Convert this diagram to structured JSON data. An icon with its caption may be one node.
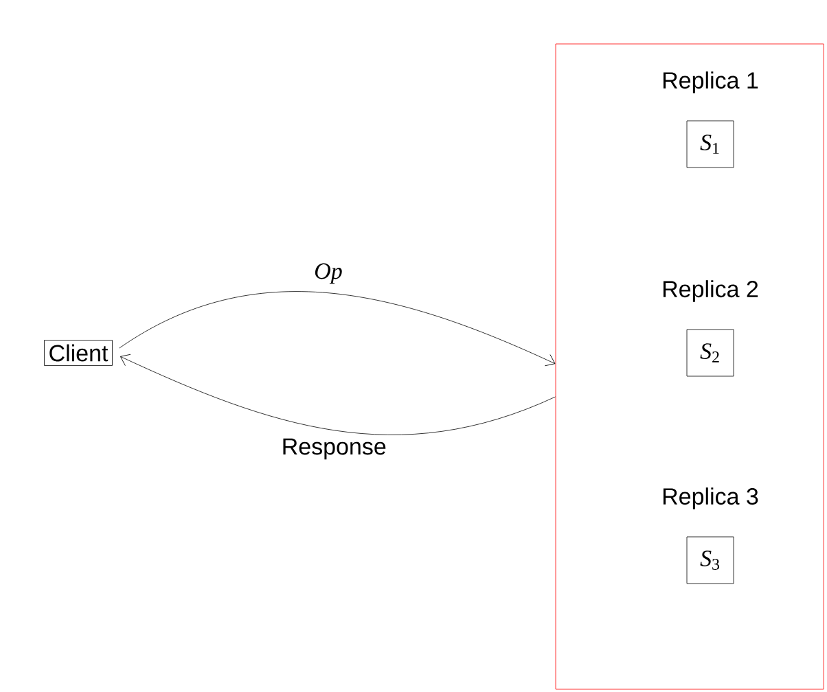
{
  "diagram": {
    "nodes": [
      {
        "text": [
          "Client"
        ]
      },
      {
        "text": [],
        "shape": "box"
      },
      {
        "text": [
          "Replica 1",
          "*S*$_{1}$"
        ],
        "in": 1
      },
      {
        "text": [
          "Replica 2",
          "*S*$_{2}$"
        ],
        "in": 1
      },
      {
        "text": [
          "Replica 3",
          "*S*$_{3}$"
        ],
        "in": 1
      }
    ],
    "edges": [
      {
        "from": 0,
        "to": 1,
        "arrow": "to",
        "label": "Op"
      },
      {
        "from": 1,
        "to": 0,
        "arrow": "to",
        "label": "Response"
      }
    ]
  }
}
